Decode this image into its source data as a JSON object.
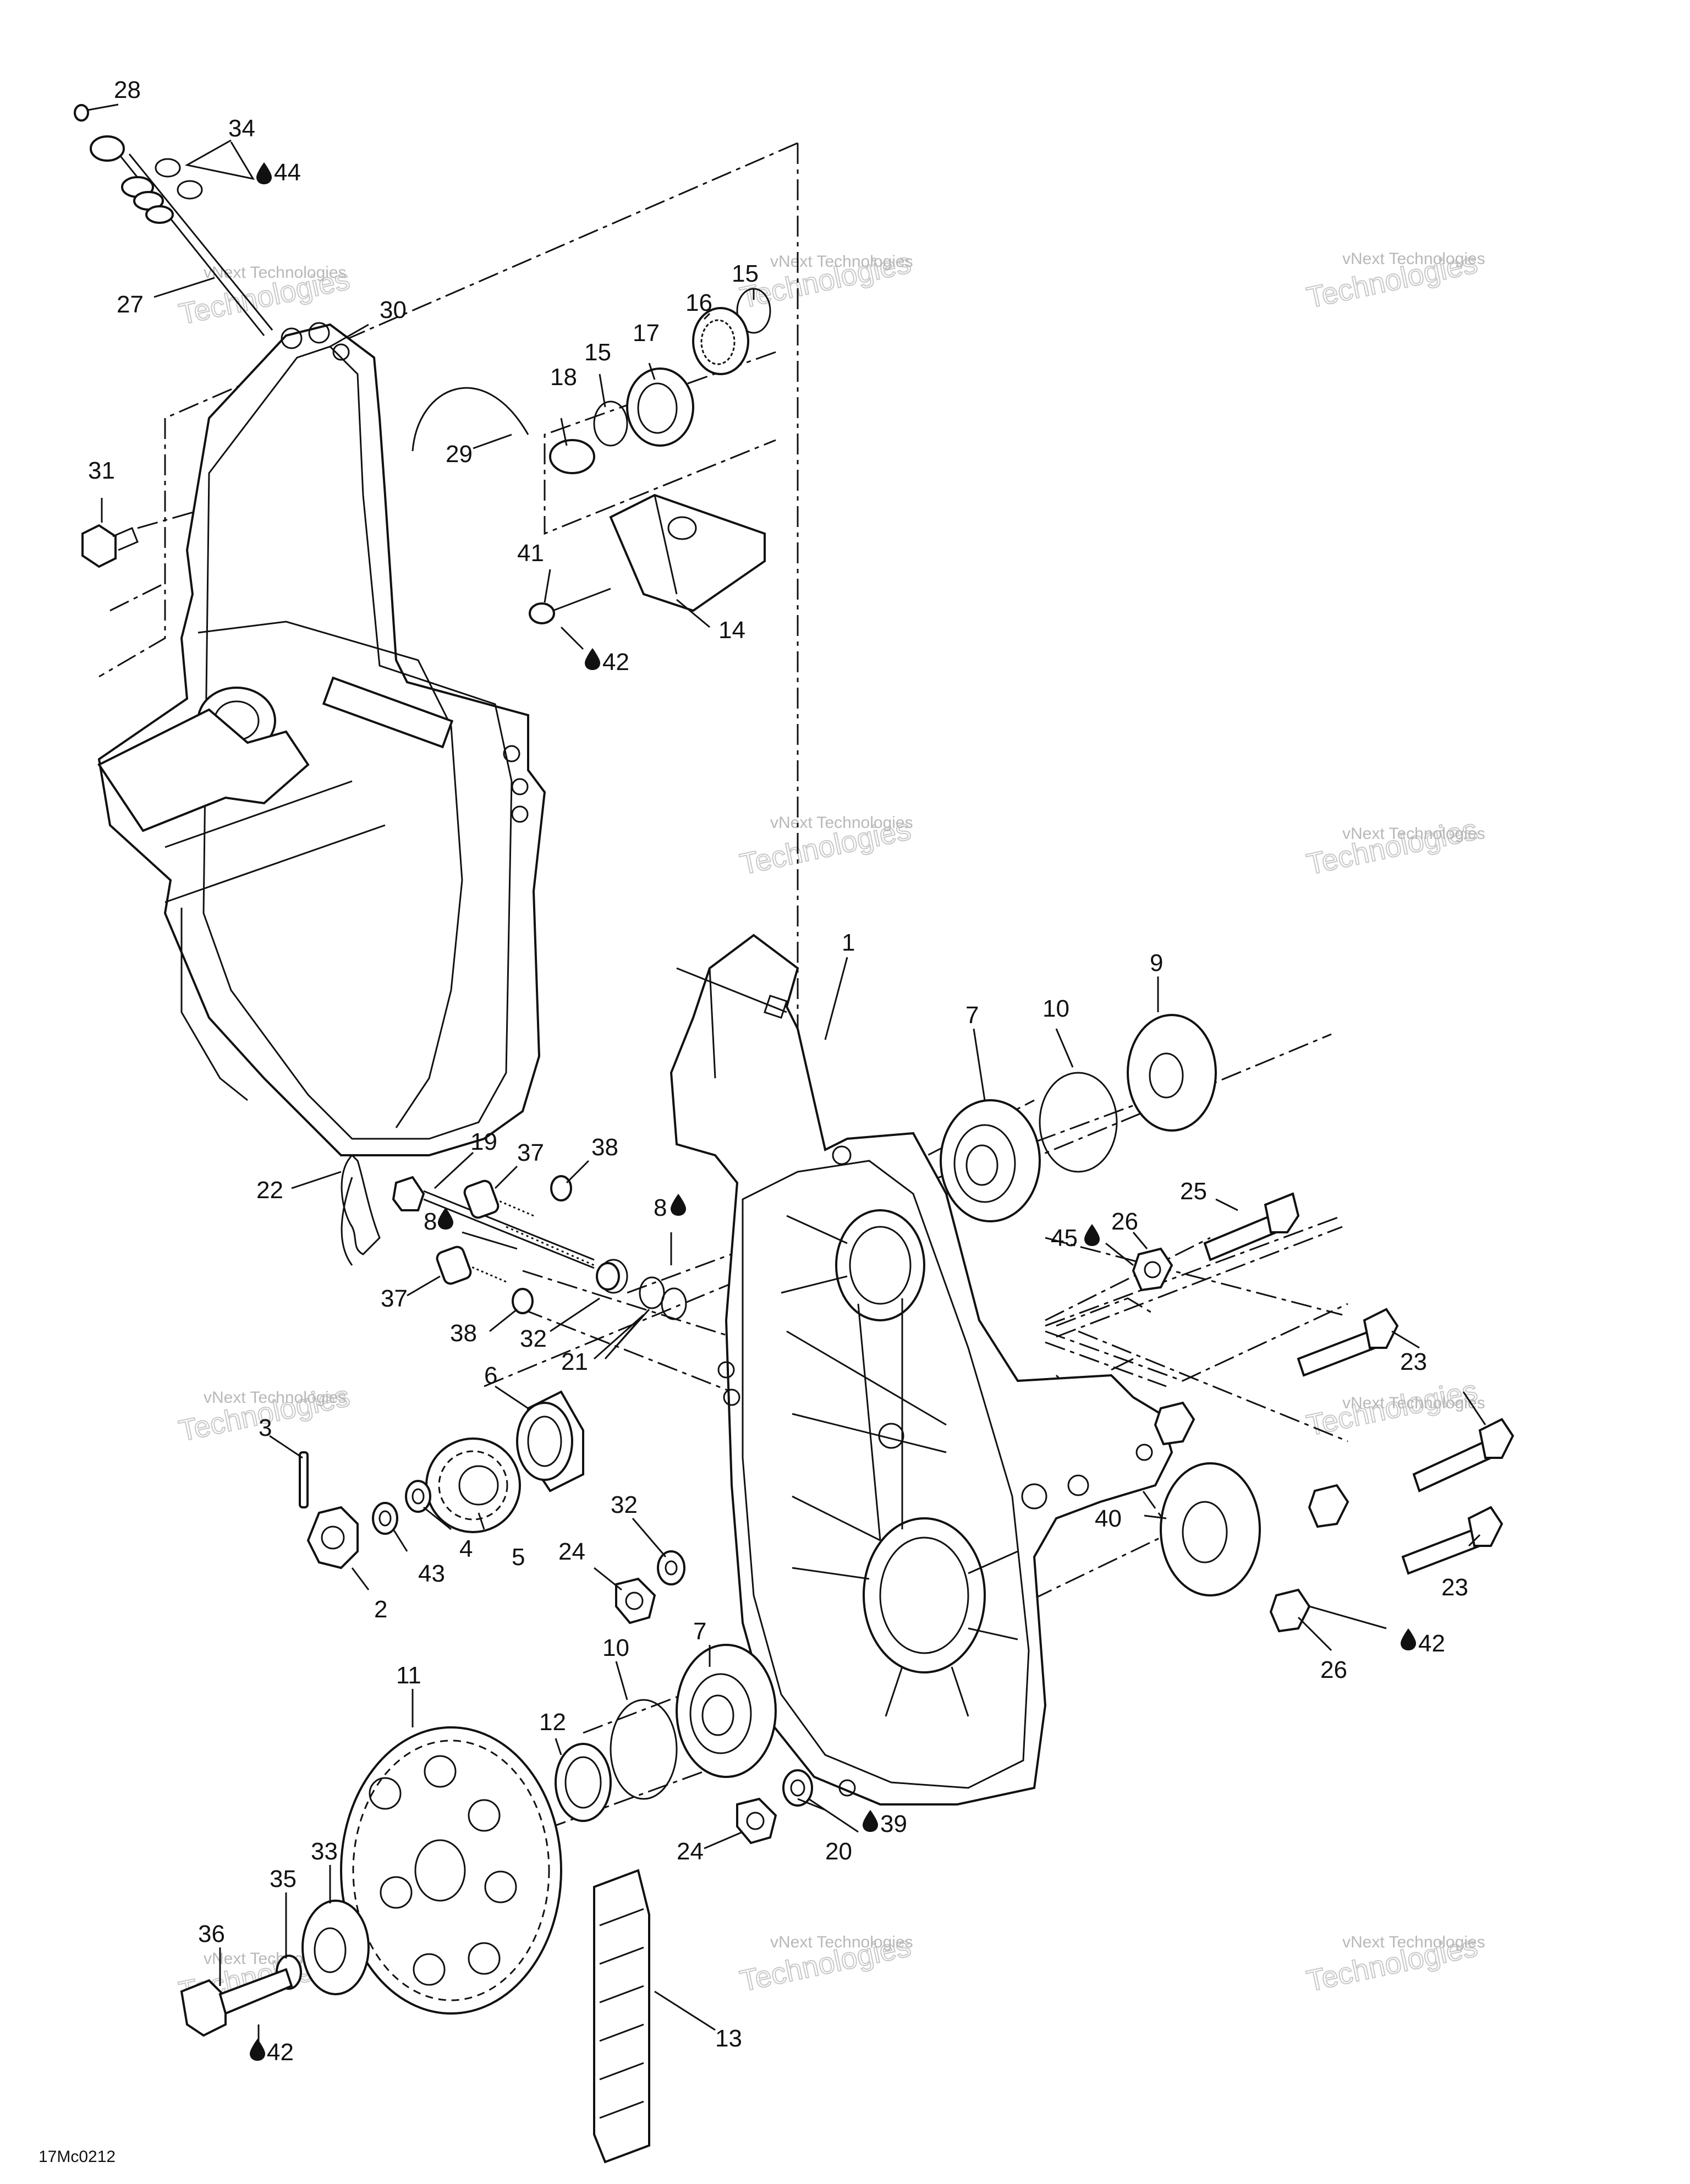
{
  "diagram_code": "17Mc0212",
  "watermark": {
    "line1": "vNext Technologies",
    "line2": "vNext",
    "line3": "Technologies"
  },
  "callouts": {
    "c1": "1",
    "c2": "2",
    "c3": "3",
    "c4": "4",
    "c5": "5",
    "c6": "6",
    "c7a": "7",
    "c7b": "7",
    "c8a": "8",
    "c8b": "8",
    "c9": "9",
    "c10a": "10",
    "c10b": "10",
    "c11": "11",
    "c12": "12",
    "c13": "13",
    "c14": "14",
    "c15a": "15",
    "c15b": "15",
    "c16": "16",
    "c17": "17",
    "c18": "18",
    "c19": "19",
    "c20": "20",
    "c21": "21",
    "c22": "22",
    "c23a": "23",
    "c23b": "23",
    "c24a": "24",
    "c24b": "24",
    "c25": "25",
    "c26a": "26",
    "c26b": "26",
    "c27": "27",
    "c28": "28",
    "c29": "29",
    "c30": "30",
    "c31": "31",
    "c32a": "32",
    "c32b": "32",
    "c33": "33",
    "c34": "34",
    "c35": "35",
    "c36": "36",
    "c37a": "37",
    "c37b": "37",
    "c38a": "38",
    "c38b": "38",
    "c39": "39",
    "c40": "40",
    "c41": "41",
    "c42a": "42",
    "c42b": "42",
    "c42c": "42",
    "c43": "43",
    "c44": "44",
    "c45": "45"
  }
}
